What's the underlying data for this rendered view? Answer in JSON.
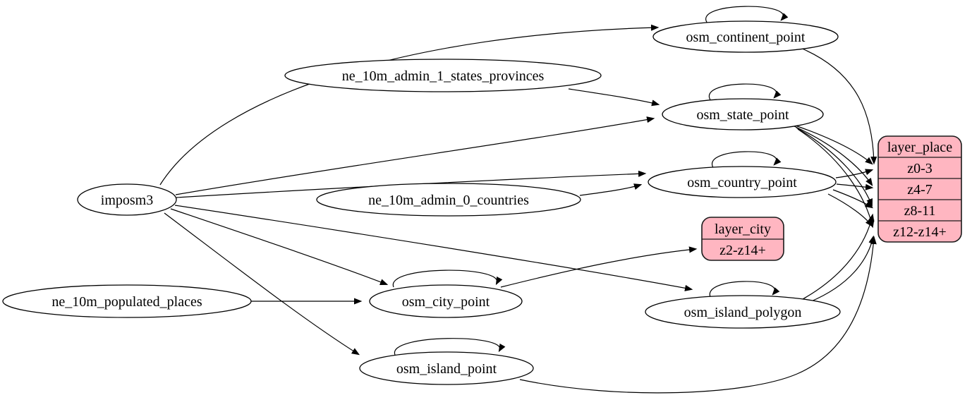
{
  "diagram_type": "etl-graph",
  "colors": {
    "record_fill": "#ffb6c1",
    "node_fill": "#ffffff",
    "edge_stroke": "#000000"
  },
  "nodes": {
    "imposm3": {
      "label": "imposm3"
    },
    "ne_10m_admin_1_states_provinces": {
      "label": "ne_10m_admin_1_states_provinces"
    },
    "ne_10m_admin_0_countries": {
      "label": "ne_10m_admin_0_countries"
    },
    "ne_10m_populated_places": {
      "label": "ne_10m_populated_places"
    },
    "osm_continent_point": {
      "label": "osm_continent_point"
    },
    "osm_state_point": {
      "label": "osm_state_point"
    },
    "osm_country_point": {
      "label": "osm_country_point"
    },
    "osm_city_point": {
      "label": "osm_city_point"
    },
    "osm_island_polygon": {
      "label": "osm_island_polygon"
    },
    "osm_island_point": {
      "label": "osm_island_point"
    }
  },
  "records": {
    "layer_place": {
      "title": "layer_place",
      "rows": [
        "z0-3",
        "z4-7",
        "z8-11",
        "z12-z14+"
      ]
    },
    "layer_city": {
      "title": "layer_city",
      "rows": [
        "z2-z14+"
      ]
    }
  },
  "edges": [
    {
      "from": "imposm3",
      "to": "osm_continent_point"
    },
    {
      "from": "imposm3",
      "to": "osm_state_point"
    },
    {
      "from": "imposm3",
      "to": "osm_country_point"
    },
    {
      "from": "imposm3",
      "to": "osm_city_point"
    },
    {
      "from": "imposm3",
      "to": "osm_island_polygon"
    },
    {
      "from": "imposm3",
      "to": "osm_island_point"
    },
    {
      "from": "ne_10m_admin_1_states_provinces",
      "to": "osm_state_point"
    },
    {
      "from": "ne_10m_admin_0_countries",
      "to": "osm_country_point"
    },
    {
      "from": "ne_10m_populated_places",
      "to": "osm_city_point"
    },
    {
      "from": "osm_continent_point",
      "to": "osm_continent_point"
    },
    {
      "from": "osm_state_point",
      "to": "osm_state_point"
    },
    {
      "from": "osm_country_point",
      "to": "osm_country_point"
    },
    {
      "from": "osm_city_point",
      "to": "osm_city_point"
    },
    {
      "from": "osm_island_polygon",
      "to": "osm_island_polygon"
    },
    {
      "from": "osm_island_point",
      "to": "osm_island_point"
    },
    {
      "from": "osm_continent_point",
      "to": "layer_place.z0-3"
    },
    {
      "from": "osm_state_point",
      "to": "layer_place.z0-3"
    },
    {
      "from": "osm_state_point",
      "to": "layer_place.z4-7"
    },
    {
      "from": "osm_state_point",
      "to": "layer_place.z8-11"
    },
    {
      "from": "osm_state_point",
      "to": "layer_place.z12-z14+"
    },
    {
      "from": "osm_country_point",
      "to": "layer_place.z0-3"
    },
    {
      "from": "osm_country_point",
      "to": "layer_place.z4-7"
    },
    {
      "from": "osm_country_point",
      "to": "layer_place.z8-11"
    },
    {
      "from": "osm_country_point",
      "to": "layer_place.z12-z14+"
    },
    {
      "from": "osm_island_polygon",
      "to": "layer_place.z8-11"
    },
    {
      "from": "osm_island_polygon",
      "to": "layer_place.z12-z14+"
    },
    {
      "from": "osm_island_point",
      "to": "layer_place.z12-z14+"
    },
    {
      "from": "osm_city_point",
      "to": "layer_city.z2-z14+"
    }
  ]
}
